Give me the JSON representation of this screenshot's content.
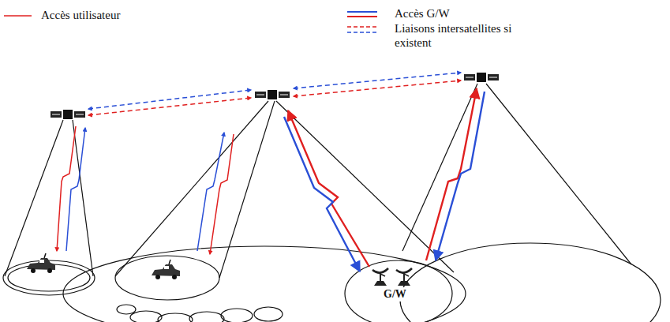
{
  "diagram": {
    "labels": [
      "G/W"
    ],
    "legend": [
      {
        "text": "Accès utilisateur"
      },
      {
        "text": "Accès G/W"
      },
      {
        "text": "Liaisons intersatellites si existent"
      }
    ]
  }
}
